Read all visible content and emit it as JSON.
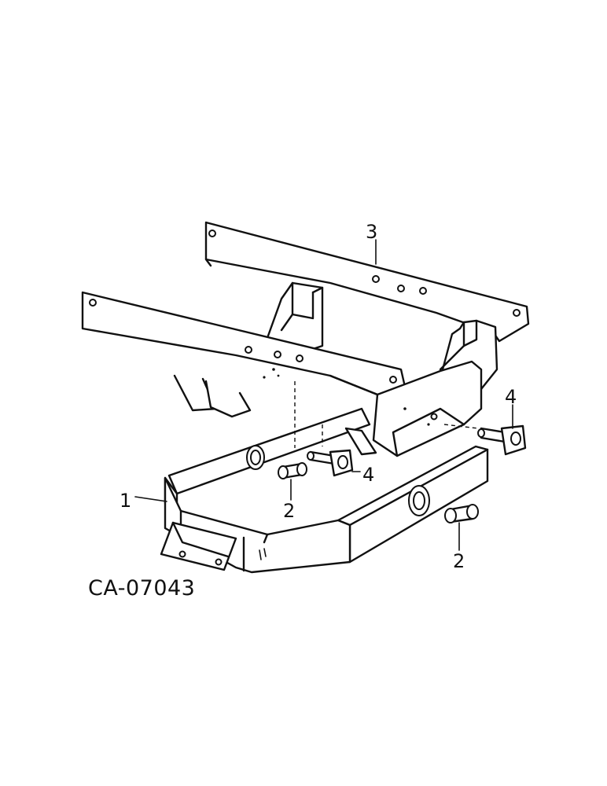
{
  "figure": {
    "id_label": "CA-07043"
  },
  "callouts": {
    "item_1": "1",
    "item_2_left": "2",
    "item_2_right": "2",
    "item_3": "3",
    "item_4_left": "4",
    "item_4_right": "4"
  },
  "colors": {
    "line": "#111111",
    "background": "#ffffff"
  }
}
